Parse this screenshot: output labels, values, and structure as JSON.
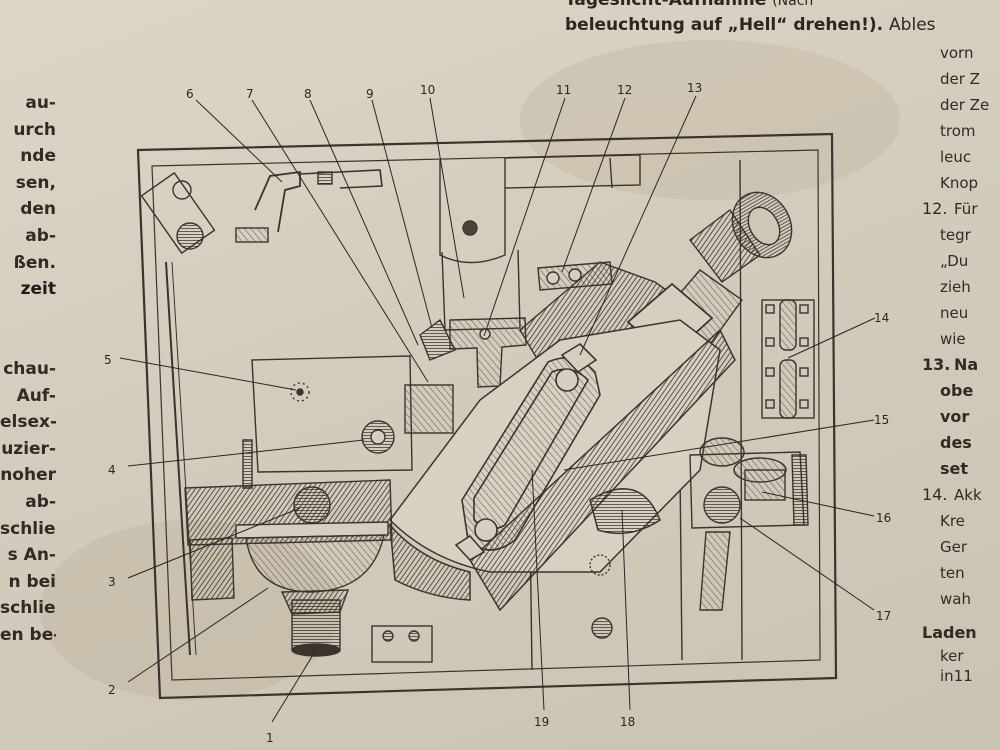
{
  "header": {
    "line1_bold": "Tageslicht-Aufnahme",
    "line1_light": "(Nach",
    "line2_main": "beleuchtung auf „Hell“ drehen!).",
    "line2_after": "Ables"
  },
  "left_column": [
    {
      "text": "au-",
      "bold": false
    },
    {
      "text": "urch",
      "bold": false
    },
    {
      "text": "nde",
      "bold": false
    },
    {
      "text": "sen,",
      "bold": false
    },
    {
      "text": "den",
      "bold": false
    },
    {
      "text": "ab-",
      "bold": false
    },
    {
      "text": "ßen.",
      "bold": false
    },
    {
      "text": "zeit",
      "bold": true
    },
    {
      "text": "",
      "bold": false
    },
    {
      "text": "",
      "bold": false
    },
    {
      "text": "chau-",
      "bold": false
    },
    {
      "text": "Auf-",
      "bold": false
    },
    {
      "text": "elsex-",
      "bold": false
    },
    {
      "text": "uzier-",
      "bold": false
    },
    {
      "text": "noher",
      "bold": false
    },
    {
      "text": "ab-",
      "bold": false
    },
    {
      "text": "schlie-",
      "bold": false
    },
    {
      "text": "s An-",
      "bold": false
    },
    {
      "text": "n bei",
      "bold": false
    },
    {
      "text": "schlie-",
      "bold": false
    },
    {
      "text": "en be-",
      "bold": false
    }
  ],
  "right_column": [
    {
      "num": "",
      "text": "vorn",
      "bold": false
    },
    {
      "num": "",
      "text": "der Z",
      "bold": false
    },
    {
      "num": "",
      "text": "der Ze",
      "bold": false
    },
    {
      "num": "",
      "text": "trom",
      "bold": false
    },
    {
      "num": "",
      "text": "leuc",
      "bold": false
    },
    {
      "num": "",
      "text": "Knop",
      "bold": false
    },
    {
      "num": "12.",
      "text": "Für",
      "bold": false
    },
    {
      "num": "",
      "text": "tegr",
      "bold": false
    },
    {
      "num": "",
      "text": "„Du",
      "bold": false
    },
    {
      "num": "",
      "text": "zieh",
      "bold": false
    },
    {
      "num": "",
      "text": "neu",
      "bold": false
    },
    {
      "num": "",
      "text": "wie",
      "bold": false
    },
    {
      "num": "13.",
      "text": "Na",
      "bold": true
    },
    {
      "num": "",
      "text": "obe",
      "bold": true
    },
    {
      "num": "",
      "text": "vor",
      "bold": true
    },
    {
      "num": "",
      "text": "des",
      "bold": true
    },
    {
      "num": "",
      "text": "set",
      "bold": true
    },
    {
      "num": "14.",
      "text": "Akk",
      "bold": false
    },
    {
      "num": "",
      "text": "Kre",
      "bold": false
    },
    {
      "num": "",
      "text": "Ger",
      "bold": false
    },
    {
      "num": "",
      "text": "ten",
      "bold": false
    },
    {
      "num": "",
      "text": "wah",
      "bold": false
    }
  ],
  "right_bottom": {
    "heading": "Laden",
    "line1": "ker",
    "line2": "in11"
  },
  "diagram": {
    "labels": [
      "1",
      "2",
      "3",
      "4",
      "5",
      "6",
      "7",
      "8",
      "9",
      "10",
      "11",
      "12",
      "13",
      "14",
      "15",
      "16",
      "17",
      "18",
      "19"
    ]
  },
  "colors": {
    "paper": "#d6cfc0",
    "ink": "#2a2620",
    "line": "#3a342c"
  }
}
